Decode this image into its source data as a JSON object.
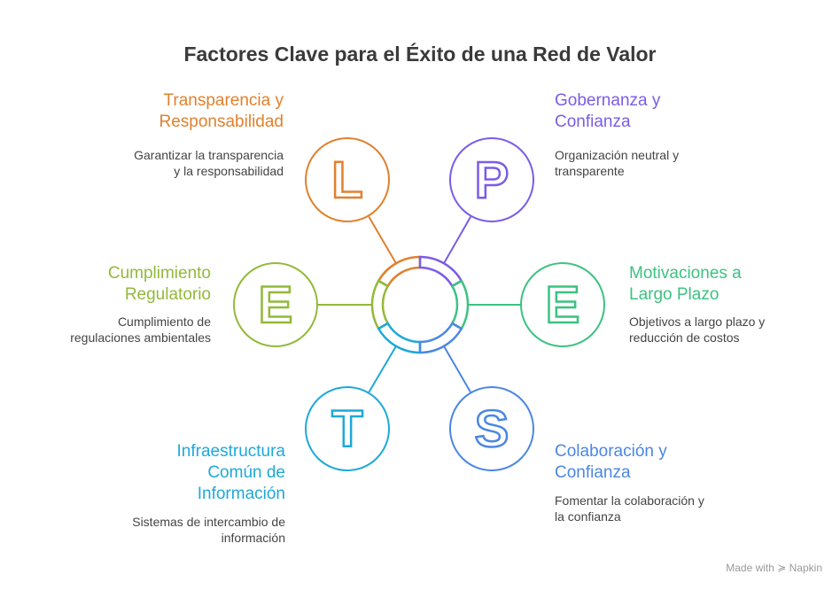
{
  "title": "Factores Clave para el Éxito de una Red de Valor",
  "credit": "Made with ≽ Napkin",
  "factors": [
    {
      "letter": "L",
      "title_lines": [
        "Transparencia y",
        "Responsabilidad"
      ],
      "desc_lines": [
        "Garantizar la transparencia",
        "y la responsabilidad"
      ],
      "color": "#E0812E"
    },
    {
      "letter": "P",
      "title_lines": [
        "Gobernanza y",
        "Confianza"
      ],
      "desc_lines": [
        "Organización neutral y",
        "transparente"
      ],
      "color": "#7B5CE6"
    },
    {
      "letter": "E",
      "title_lines": [
        "Cumplimiento",
        "Regulatorio"
      ],
      "desc_lines": [
        "Cumplimiento de",
        "regulaciones ambientales"
      ],
      "color": "#93B93A"
    },
    {
      "letter": "E",
      "title_lines": [
        "Motivaciones a",
        "Largo Plazo"
      ],
      "desc_lines": [
        "Objetivos a largo plazo y",
        "reducción de costos"
      ],
      "color": "#3CC281"
    },
    {
      "letter": "T",
      "title_lines": [
        "Infraestructura",
        "Común de",
        "Información"
      ],
      "desc_lines": [
        "Sistemas de intercambio de",
        "información"
      ],
      "color": "#1EA9D8"
    },
    {
      "letter": "S",
      "title_lines": [
        "Colaboración y",
        "Confianza"
      ],
      "desc_lines": [
        "Fomentar la colaboración y",
        "la confianza"
      ],
      "color": "#4B87E2"
    }
  ]
}
